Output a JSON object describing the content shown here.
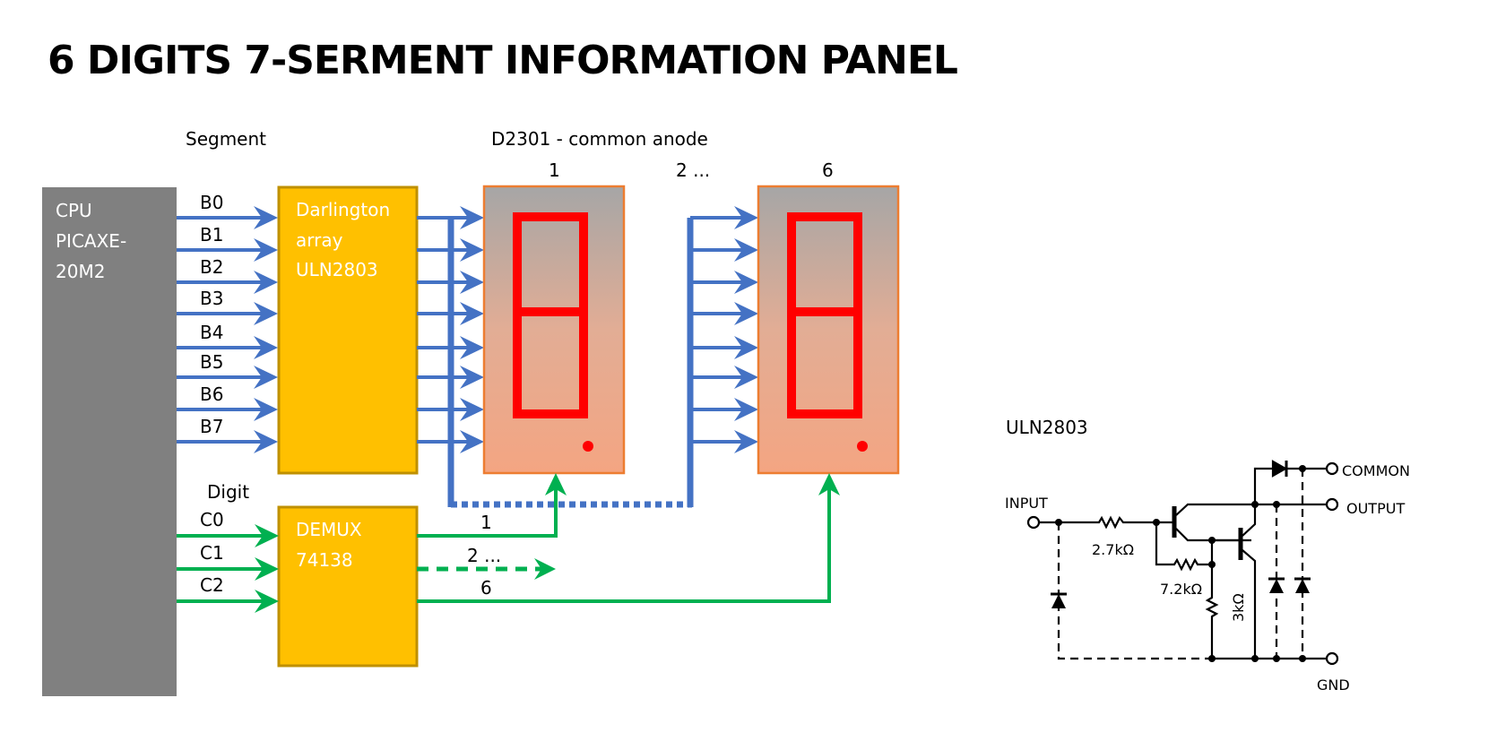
{
  "title": "6 DIGITS 7-SERMENT INFORMATION PANEL",
  "colors": {
    "cpu": "#808080",
    "chip_fill": "#FFC000",
    "chip_border": "#BF9000",
    "segment_bus": "#4472C4",
    "digit_bus": "#00B050",
    "display_border": "#ED7D31",
    "display_top": "#A5A5A5",
    "display_bottom": "#F4A582",
    "led_segment": "#FF0000"
  },
  "block_diagram": {
    "segment_label": "Segment",
    "digit_label": "Digit",
    "cpu": {
      "line1": "CPU",
      "line2": "PICAXE-",
      "line3": "20M2"
    },
    "darlington": {
      "line1": "Darlington",
      "line2": "array",
      "line3": "ULN2803"
    },
    "demux": {
      "line1": "DEMUX",
      "line2": "74138"
    },
    "segment_lines": [
      "B0",
      "B1",
      "B2",
      "B3",
      "B4",
      "B5",
      "B6",
      "B7"
    ],
    "digit_lines": [
      "C0",
      "C1",
      "C2"
    ],
    "display_header": "D2301 - common anode",
    "displays": [
      {
        "label": "1"
      },
      {
        "label": "6"
      }
    ],
    "middle_display_label": "2 ...",
    "demux_outputs": [
      "1",
      "2 ...",
      "6"
    ]
  },
  "schematic": {
    "title": "ULN2803",
    "input_label": "INPUT",
    "common_label": "COMMON",
    "output_label": "OUTPUT",
    "gnd_label": "GND",
    "r1": "2.7kΩ",
    "r2": "7.2kΩ",
    "r3": "3kΩ"
  }
}
